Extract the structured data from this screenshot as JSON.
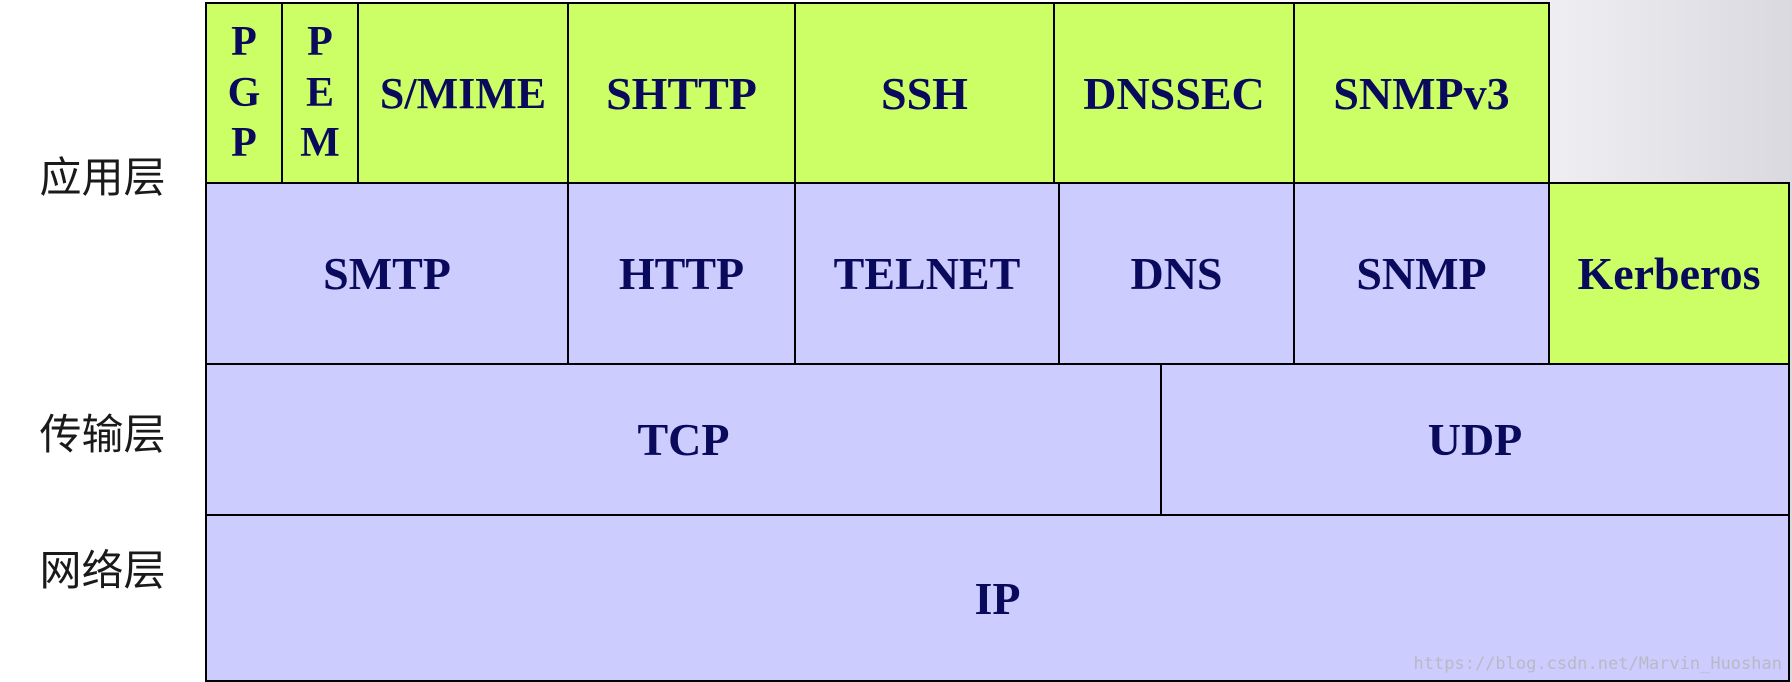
{
  "layers": {
    "application": "应用层",
    "transport": "传输层",
    "network": "网络层"
  },
  "security_protocols": {
    "pgp": [
      "P",
      "G",
      "P"
    ],
    "pem": [
      "P",
      "E",
      "M"
    ],
    "smime": "S/MIME",
    "shttp": "SHTTP",
    "ssh": "SSH",
    "dnssec": "DNSSEC",
    "snmpv3": "SNMPv3",
    "kerberos": "Kerberos"
  },
  "application_protocols": {
    "smtp": "SMTP",
    "http": "HTTP",
    "telnet": "TELNET",
    "dns": "DNS",
    "snmp": "SNMP"
  },
  "transport_protocols": {
    "tcp": "TCP",
    "udp": "UDP"
  },
  "network_protocols": {
    "ip": "IP"
  },
  "watermark": "https://blog.csdn.net/Marvin_Huoshan",
  "colors": {
    "security": "#ccff66",
    "standard": "#ccccff",
    "text": "#0a0a5c"
  }
}
